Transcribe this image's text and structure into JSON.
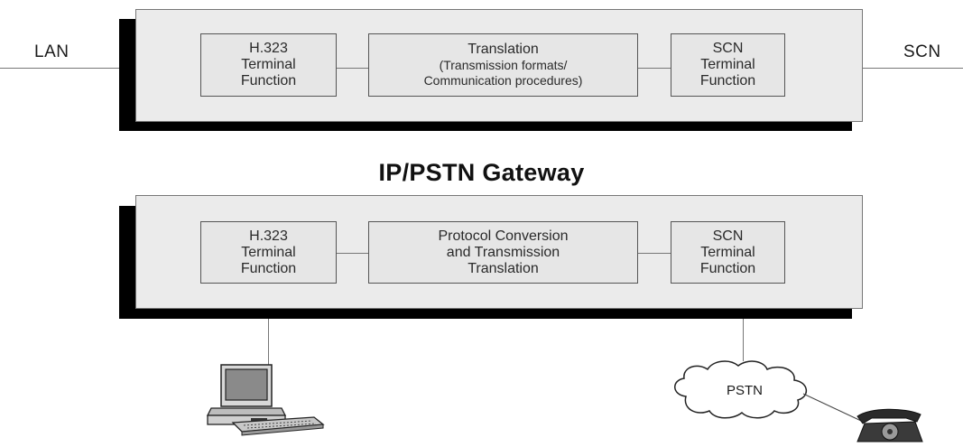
{
  "top_diagram": {
    "left_label": "LAN",
    "right_label": "SCN",
    "boxes": [
      {
        "lines": [
          "H.323",
          "Terminal",
          "Function"
        ]
      },
      {
        "lines": [
          "Translation",
          "(Transmission formats/",
          "Communication procedures)"
        ]
      },
      {
        "lines": [
          "SCN",
          "Terminal",
          "Function"
        ]
      }
    ]
  },
  "gateway_title": "IP/PSTN Gateway",
  "bottom_diagram": {
    "boxes": [
      {
        "lines": [
          "H.323",
          "Terminal",
          "Function"
        ]
      },
      {
        "lines": [
          "Protocol Conversion",
          "and Transmission",
          "Translation"
        ]
      },
      {
        "lines": [
          "SCN",
          "Terminal",
          "Function"
        ]
      }
    ],
    "computer_icon": "desktop-computer-icon",
    "cloud_label": "PSTN",
    "telephone_icon": "rotary-telephone-icon"
  }
}
